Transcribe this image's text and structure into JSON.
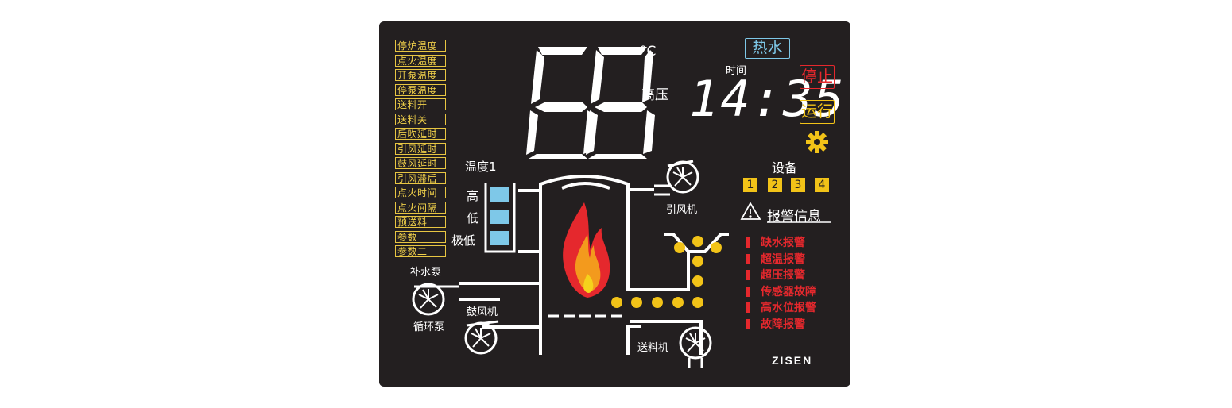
{
  "menu": [
    "停炉温度",
    "点火温度",
    "开泵温度",
    "停泵温度",
    "送料开",
    "送料关",
    "后吹延时",
    "引风延时",
    "鼓风延时",
    "引风滞后",
    "点火时间",
    "点火间隔",
    "预送料",
    "参数一",
    "参数二"
  ],
  "temperature": {
    "value": "68",
    "unit": "°C",
    "pressure_label": "高压"
  },
  "mode": {
    "hot_water": "热水"
  },
  "clock": {
    "label": "时间",
    "time": "14:35"
  },
  "controls": {
    "stop": "停止",
    "run": "运行"
  },
  "devices": {
    "label": "设备",
    "items": [
      "1",
      "2",
      "3",
      "4"
    ]
  },
  "alarm_header": "报警信息",
  "alarms": [
    "缺水报警",
    "超温报警",
    "超压报警",
    "传感器故障",
    "高水位报警",
    "故障报警"
  ],
  "level": {
    "title": "温度1",
    "high": "高",
    "low": "低",
    "very_low": "极低"
  },
  "fans": {
    "induced": "引风机",
    "blower": "鼓风机",
    "feeder": "送料机",
    "makeup_pump": "补水泵",
    "circulation_pump": "循环泵"
  },
  "brand": "ZISEN",
  "colors": {
    "background": "#231f20",
    "yellow": "#f2c318",
    "red": "#e5282d",
    "blue": "#7ec8e8",
    "white": "#ffffff"
  }
}
